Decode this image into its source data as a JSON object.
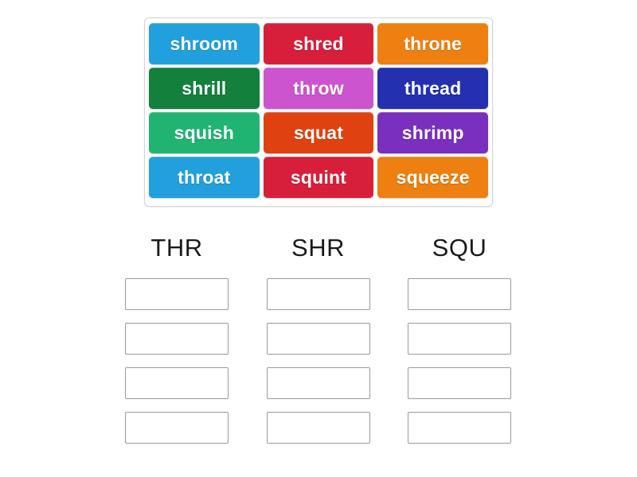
{
  "background_color": "#ffffff",
  "word_bank": {
    "panel_border_color": "#d4d4d4",
    "tiles": [
      {
        "label": "shroom",
        "color": "#229FDD"
      },
      {
        "label": "shred",
        "color": "#D71F3B"
      },
      {
        "label": "throne",
        "color": "#EE7F11"
      },
      {
        "label": "shrill",
        "color": "#13803C"
      },
      {
        "label": "throw",
        "color": "#CC54CE"
      },
      {
        "label": "thread",
        "color": "#2330AF"
      },
      {
        "label": "squish",
        "color": "#20B473"
      },
      {
        "label": "squat",
        "color": "#DF4210"
      },
      {
        "label": "shrimp",
        "color": "#7B2FBE"
      },
      {
        "label": "throat",
        "color": "#229FDD"
      },
      {
        "label": "squint",
        "color": "#D71F3B"
      },
      {
        "label": "squeeze",
        "color": "#EE7F11"
      }
    ]
  },
  "columns": [
    {
      "title": "THR",
      "slots": [
        {
          "value": ""
        },
        {
          "value": ""
        },
        {
          "value": ""
        },
        {
          "value": ""
        }
      ]
    },
    {
      "title": "SHR",
      "slots": [
        {
          "value": ""
        },
        {
          "value": ""
        },
        {
          "value": ""
        },
        {
          "value": ""
        }
      ]
    },
    {
      "title": "SQU",
      "slots": [
        {
          "value": ""
        },
        {
          "value": ""
        },
        {
          "value": ""
        },
        {
          "value": ""
        }
      ]
    }
  ]
}
